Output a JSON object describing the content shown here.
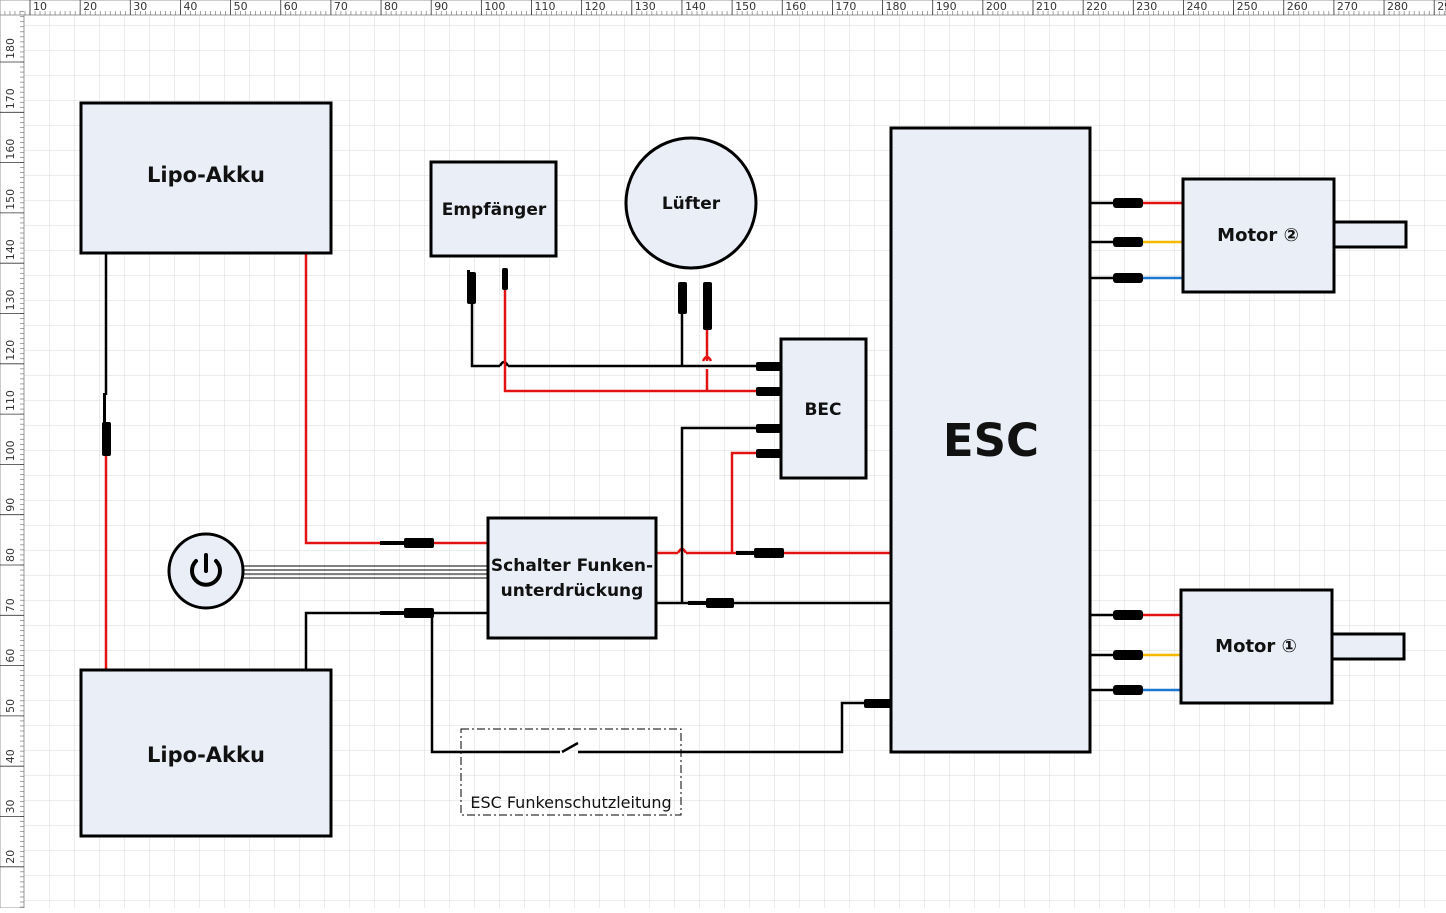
{
  "rulers": {
    "horizontal_ticks": [
      "10",
      "20",
      "30",
      "40",
      "50",
      "60",
      "70",
      "80",
      "90",
      "100",
      "110",
      "120",
      "130",
      "140",
      "150",
      "160",
      "170",
      "180",
      "190",
      "200",
      "210",
      "220",
      "230",
      "240",
      "250",
      "260",
      "270",
      "280",
      "29"
    ],
    "vertical_ticks": [
      "180",
      "170",
      "160",
      "150",
      "140",
      "130",
      "120",
      "110",
      "100",
      "90",
      "80",
      "70",
      "60",
      "50",
      "40",
      "30",
      "20"
    ]
  },
  "components": {
    "battery_top": "Lipo-Akku",
    "battery_bottom": "Lipo-Akku",
    "receiver": "Empfänger",
    "fan": "Lüfter",
    "bec": "BEC",
    "esc": "ESC",
    "switch": [
      "Schalter Funken-",
      "unterdrückung"
    ],
    "motor_top": "Motor ②",
    "motor_bottom": "Motor ①",
    "esc_safety_line": "ESC Funkenschutzleitung"
  },
  "icons": {
    "power": "power-icon"
  },
  "colors": {
    "positive_wire": "#e21212",
    "negative_wire": "#000000",
    "phase_yellow": "#f5b800",
    "phase_blue": "#1b78d0",
    "box_fill": "#e9eef7",
    "grid": "#d9d9d9"
  }
}
